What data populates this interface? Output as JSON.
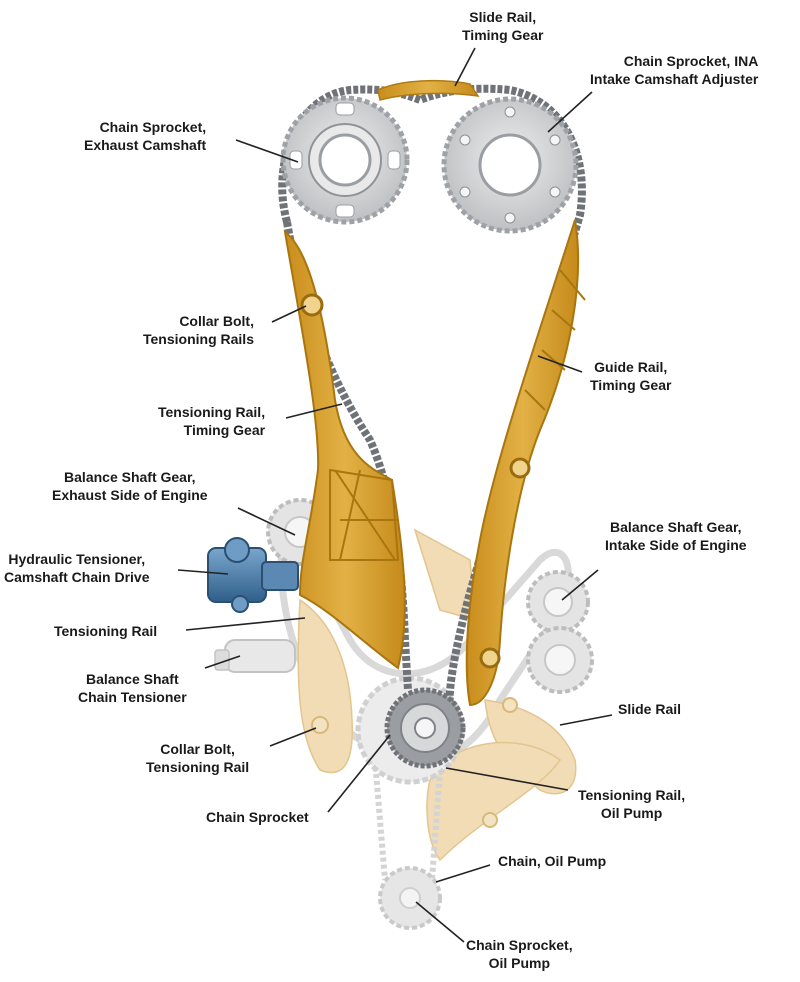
{
  "labels": {
    "slide_rail_timing_gear": [
      "Slide Rail,",
      "Timing Gear"
    ],
    "intake_camshaft_adjuster": [
      "Chain Sprocket, INA",
      "Intake Camshaft Adjuster"
    ],
    "exhaust_camshaft_sprocket": [
      "Chain Sprocket,",
      "Exhaust Camshaft"
    ],
    "collar_bolt_tensioning_rails": [
      "Collar Bolt,",
      "Tensioning Rails"
    ],
    "guide_rail_timing_gear": [
      "Guide Rail,",
      "Timing Gear"
    ],
    "tensioning_rail_timing_gear": [
      "Tensioning Rail,",
      "Timing Gear"
    ],
    "balance_shaft_gear_exhaust": [
      "Balance Shaft Gear,",
      "Exhaust Side of Engine"
    ],
    "balance_shaft_gear_intake": [
      "Balance Shaft Gear,",
      "Intake Side of Engine"
    ],
    "hydraulic_tensioner": [
      "Hydraulic Tensioner,",
      "Camshaft Chain Drive"
    ],
    "tensioning_rail": [
      "Tensioning Rail"
    ],
    "balance_shaft_chain_tensioner": [
      "Balance Shaft",
      "Chain Tensioner"
    ],
    "slide_rail": [
      "Slide Rail"
    ],
    "collar_bolt_tensioning_rail": [
      "Collar Bolt,",
      "Tensioning Rail"
    ],
    "chain_sprocket": [
      "Chain Sprocket"
    ],
    "tensioning_rail_oil_pump": [
      "Tensioning Rail,",
      "Oil Pump"
    ],
    "chain_oil_pump": [
      "Chain, Oil Pump"
    ],
    "chain_sprocket_oil_pump": [
      "Chain Sprocket,",
      "Oil Pump"
    ]
  },
  "colors": {
    "chain": "#6f7378",
    "sprocket": "#d3d5d7",
    "gold_rail": "#d7a12e",
    "faded_gold": "#f1dcb5",
    "faded_gray": "#e6e6e6",
    "tensioner_blue": "#4f7fa8",
    "leader": "#222222"
  }
}
